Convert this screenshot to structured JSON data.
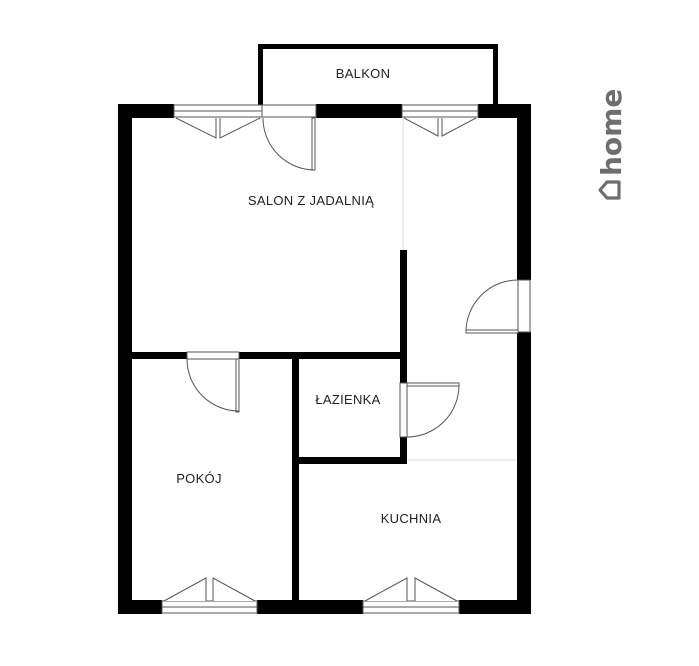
{
  "rooms": {
    "balcony": "BALKON",
    "living_dining": "SALON Z JADALNIĄ",
    "bedroom": "POKÓJ",
    "bathroom": "ŁAZIENKA",
    "kitchen": "KUCHNIA"
  },
  "logo": {
    "text": "home",
    "icon": "house-icon",
    "color": "#6e6e6e"
  },
  "colors": {
    "wall": "#000000",
    "background": "#ffffff",
    "fixture_stroke": "#555555"
  }
}
